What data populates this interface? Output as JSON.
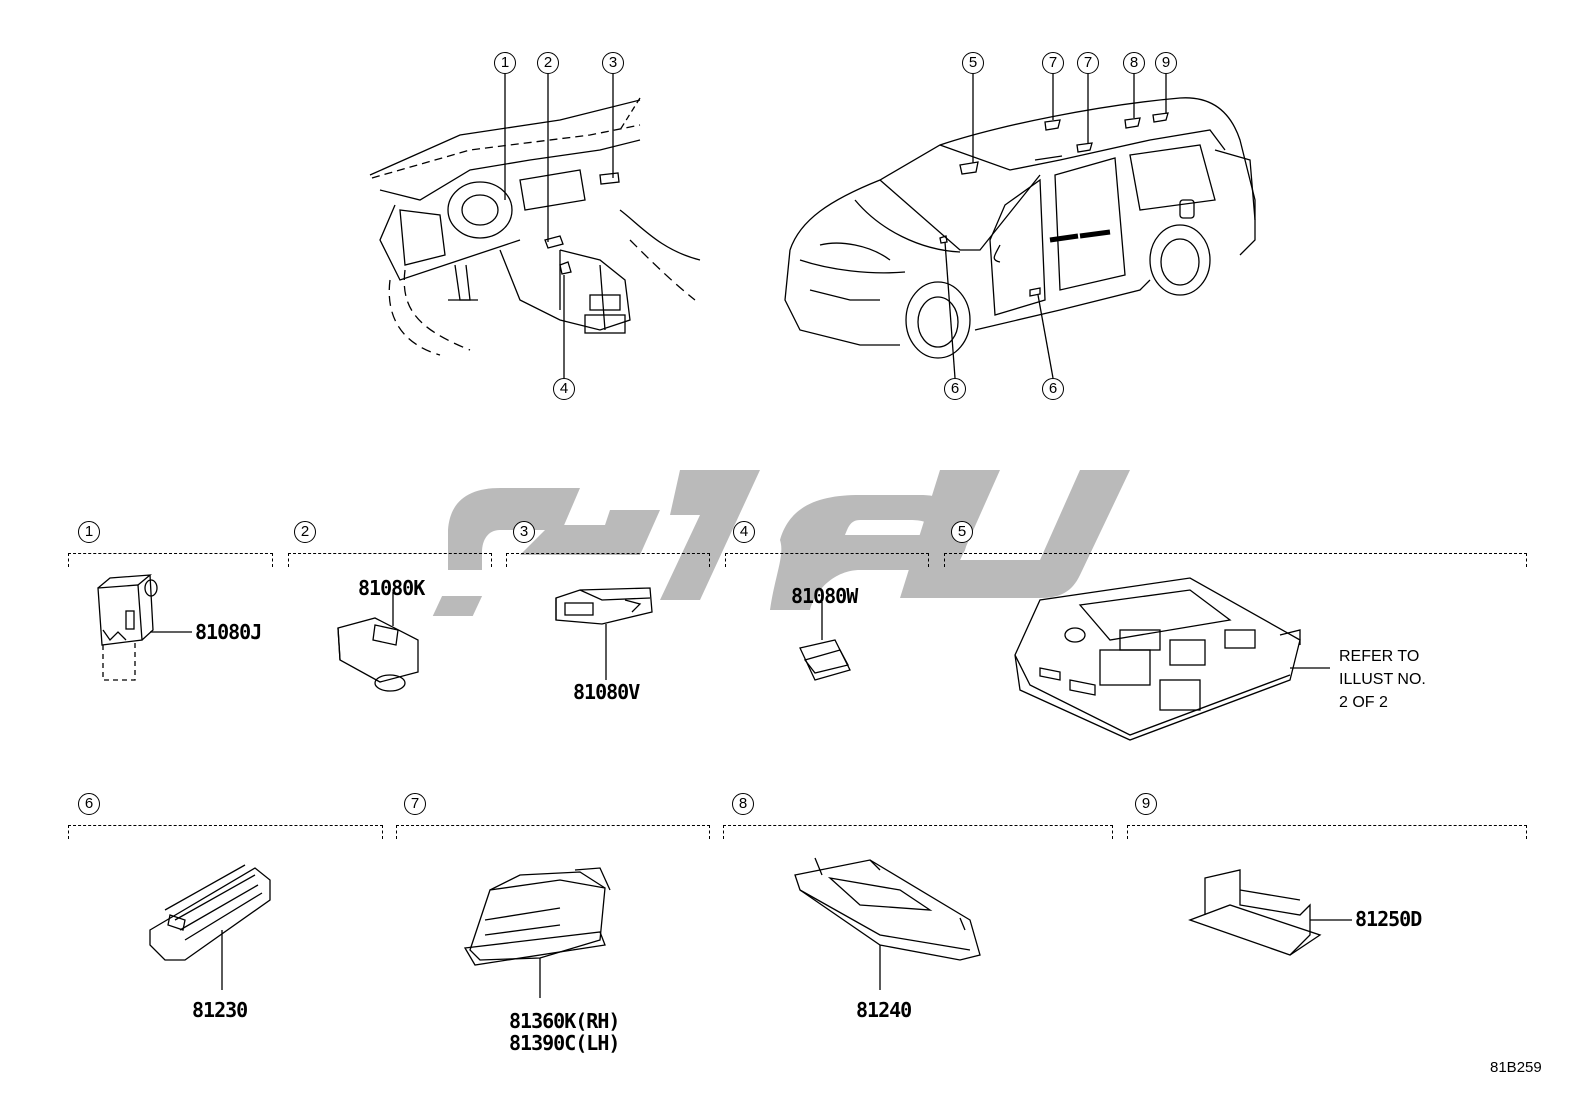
{
  "overview": {
    "interior_callouts": [
      "1",
      "2",
      "3",
      "4"
    ],
    "exterior_callouts": [
      "5",
      "7",
      "7",
      "8",
      "9",
      "6",
      "6"
    ]
  },
  "sections": [
    {
      "index": "1",
      "parts": [
        "81080J"
      ]
    },
    {
      "index": "2",
      "parts": [
        "81080K"
      ]
    },
    {
      "index": "3",
      "parts": [
        "81080V"
      ]
    },
    {
      "index": "4",
      "parts": [
        "81080W"
      ]
    },
    {
      "index": "5",
      "note": [
        "REFER TO",
        "ILLUST NO.",
        "2 OF 2"
      ]
    },
    {
      "index": "6",
      "parts": [
        "81230"
      ]
    },
    {
      "index": "7",
      "parts": [
        "81360K(RH)",
        "81390C(LH)"
      ]
    },
    {
      "index": "8",
      "parts": [
        "81240"
      ]
    },
    {
      "index": "9",
      "parts": [
        "81250D"
      ]
    }
  ],
  "diagram_code": "81B259",
  "colors": {
    "line": "#000000",
    "watermark": "#b3b3b3"
  }
}
